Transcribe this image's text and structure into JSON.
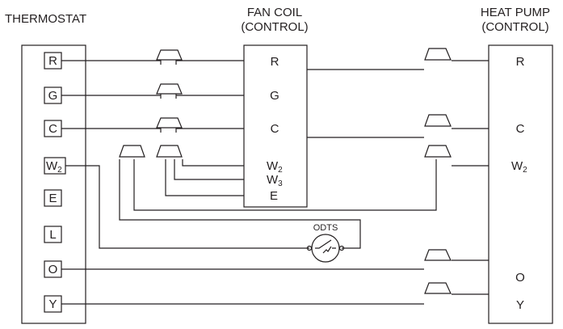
{
  "thermostat": {
    "title": "THERMOSTAT",
    "terminals": [
      {
        "id": "R",
        "label": "R",
        "sub": ""
      },
      {
        "id": "G",
        "label": "G",
        "sub": ""
      },
      {
        "id": "C",
        "label": "C",
        "sub": ""
      },
      {
        "id": "W2",
        "label": "W",
        "sub": "2"
      },
      {
        "id": "E",
        "label": "E",
        "sub": ""
      },
      {
        "id": "L",
        "label": "L",
        "sub": ""
      },
      {
        "id": "O",
        "label": "O",
        "sub": ""
      },
      {
        "id": "Y",
        "label": "Y",
        "sub": ""
      }
    ]
  },
  "fan_coil": {
    "title_line1": "FAN COIL",
    "title_line2": "(CONTROL)",
    "terminals": [
      {
        "id": "R",
        "label": "R",
        "sub": ""
      },
      {
        "id": "G",
        "label": "G",
        "sub": ""
      },
      {
        "id": "C",
        "label": "C",
        "sub": ""
      },
      {
        "id": "W2",
        "label": "W",
        "sub": "2"
      },
      {
        "id": "W3",
        "label": "W",
        "sub": "3"
      },
      {
        "id": "E",
        "label": "E",
        "sub": ""
      }
    ]
  },
  "heat_pump": {
    "title_line1": "HEAT PUMP",
    "title_line2": "(CONTROL)",
    "terminals": [
      {
        "id": "R",
        "label": "R",
        "sub": ""
      },
      {
        "id": "C",
        "label": "C",
        "sub": ""
      },
      {
        "id": "W2",
        "label": "W",
        "sub": "2"
      },
      {
        "id": "O",
        "label": "O",
        "sub": ""
      },
      {
        "id": "Y",
        "label": "Y",
        "sub": ""
      }
    ]
  },
  "odts": {
    "label": "ODTS"
  }
}
